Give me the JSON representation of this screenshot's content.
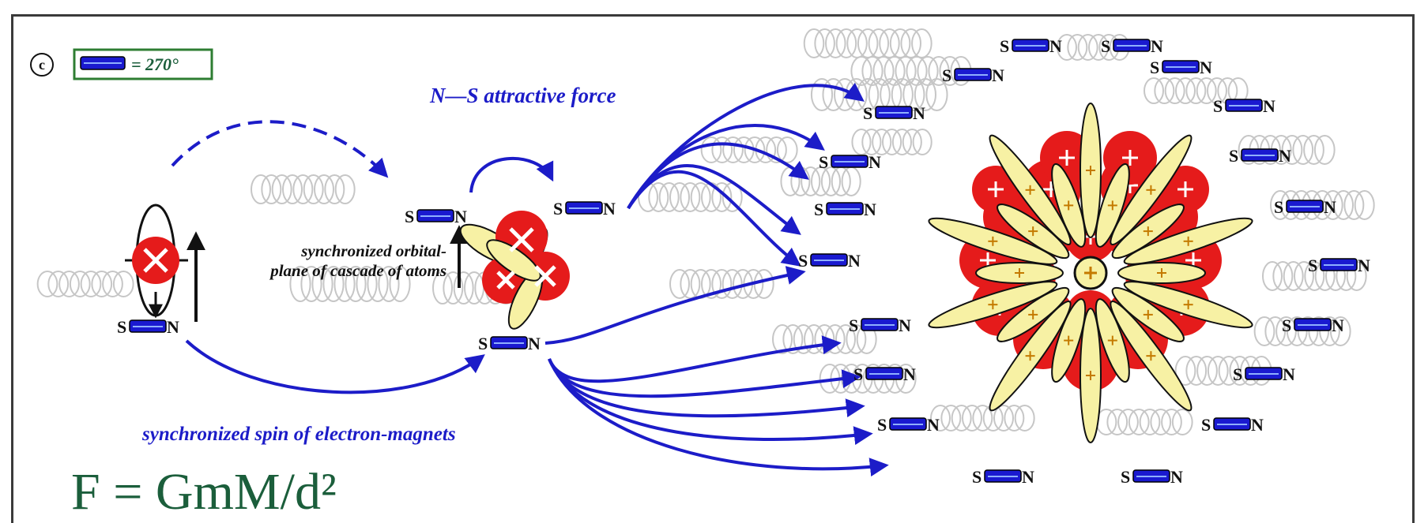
{
  "panel": {
    "label": "c"
  },
  "legend": {
    "text": "= 270°"
  },
  "labels": {
    "ns_attractive": "N—S  attractive force",
    "orbital_line1": "synchronized orbital-",
    "orbital_line2": "plane of cascade of atoms",
    "spin": "synchronized spin of electron-magnets",
    "formula": "F = GmM/d²"
  },
  "magnet_letters": {
    "south": "S",
    "north": "N"
  },
  "colors": {
    "magnet_blue": "#1a1ad0",
    "arrow_blue": "#1c1cc8",
    "proton_red": "#e51b1b",
    "electron_yellow": "#f7f1a4",
    "formula_green": "#1b5e3b",
    "legend_border": "#2e7d32"
  }
}
